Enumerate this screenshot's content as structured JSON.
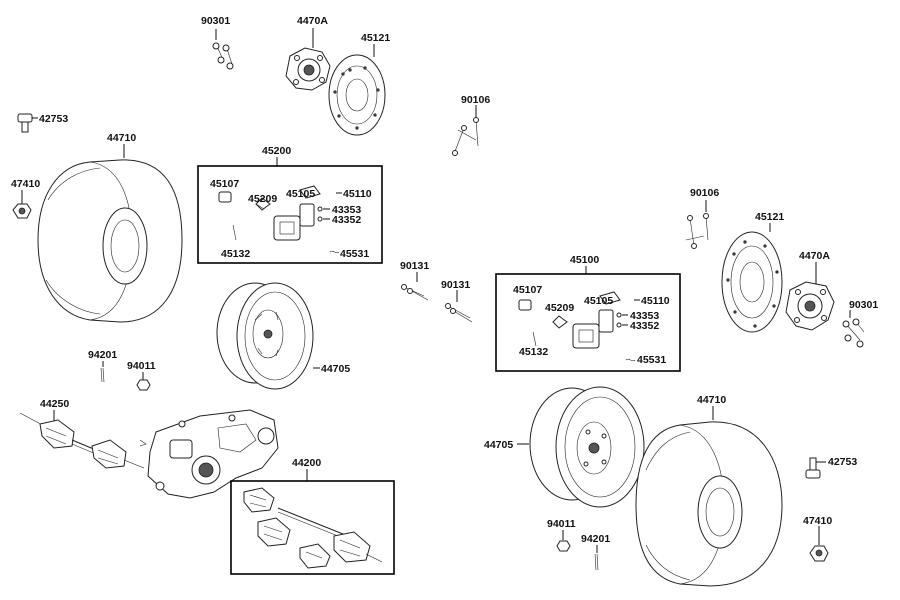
{
  "labels": {
    "p90301_top": "90301",
    "p4470A_top": "4470A",
    "p45121_top": "45121",
    "p90106_top": "90106",
    "p42753_left": "42753",
    "p44710_left": "44710",
    "p45200": "45200",
    "p47410_left": "47410",
    "b1_45107": "45107",
    "b1_45209": "45209",
    "b1_45105": "45105",
    "b1_45110": "45110",
    "b1_43353": "43353",
    "b1_43352": "43352",
    "b1_45132": "45132",
    "b1_45531": "45531",
    "p90106_right": "90106",
    "p45121_right": "45121",
    "p90131_a": "90131",
    "p90131_b": "90131",
    "p45100": "45100",
    "p4470A_right": "4470A",
    "b2_45107": "45107",
    "b2_45209": "45209",
    "b2_45105": "45105",
    "b2_45110": "45110",
    "b2_43353": "43353",
    "b2_43352": "43352",
    "b2_45132": "45132",
    "b2_45531": "45531",
    "p90301_right": "90301",
    "p94201_left": "94201",
    "p94011_left": "94011",
    "p44705_left": "44705",
    "p44250": "44250",
    "p44200": "44200",
    "p44705_right": "44705",
    "p44710_right": "44710",
    "p42753_right": "42753",
    "p94011_right": "94011",
    "p94201_right": "94201",
    "p47410_right": "47410"
  }
}
